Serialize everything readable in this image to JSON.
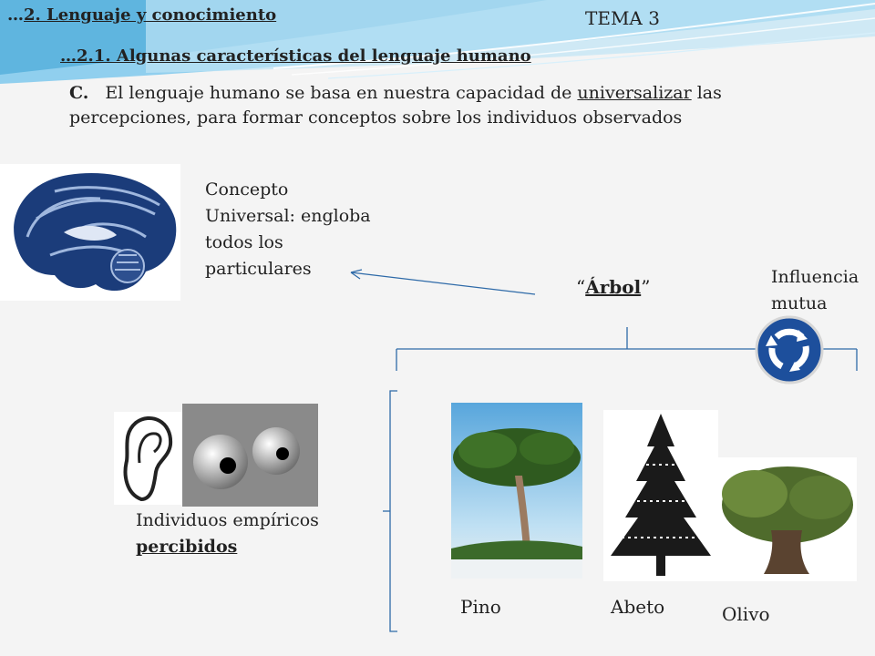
{
  "header": {
    "section_prefix": "…",
    "section_title": "2. Lenguaje y conocimiento",
    "tema": "TEMA 3",
    "subsection": "…2.1. Algunas características del lenguaje humano"
  },
  "paragraph": {
    "letter": "C.",
    "text_before": "El lenguaje humano se basa en nuestra capacidad de ",
    "underlined": "universalizar",
    "text_after": " las percepciones, para formar conceptos sobre los individuos observados"
  },
  "concept_label": {
    "line1": "Concepto",
    "line2": "Universal: engloba",
    "line3": "todos los",
    "line4": "particulares"
  },
  "arbol": {
    "open_quote": "“",
    "word": "Árbol",
    "close_quote": "”"
  },
  "influencia": {
    "line1": "Influencia",
    "line2": "mutua"
  },
  "individuos": {
    "line1": "Individuos empíricos",
    "line2": "percibidos"
  },
  "trees": {
    "pino": "Pino",
    "abeto": "Abeto",
    "olivo": "Olivo"
  },
  "colors": {
    "swoosh": "#5fb6e0",
    "connector": "#2e6aa8",
    "roundabout_blue": "#1d4f9c"
  },
  "icons": [
    "brain-image",
    "ear-icon",
    "eyes-image",
    "pine-tree-photo",
    "fir-tree-drawing",
    "olive-tree-photo",
    "roundabout-sign-icon"
  ]
}
